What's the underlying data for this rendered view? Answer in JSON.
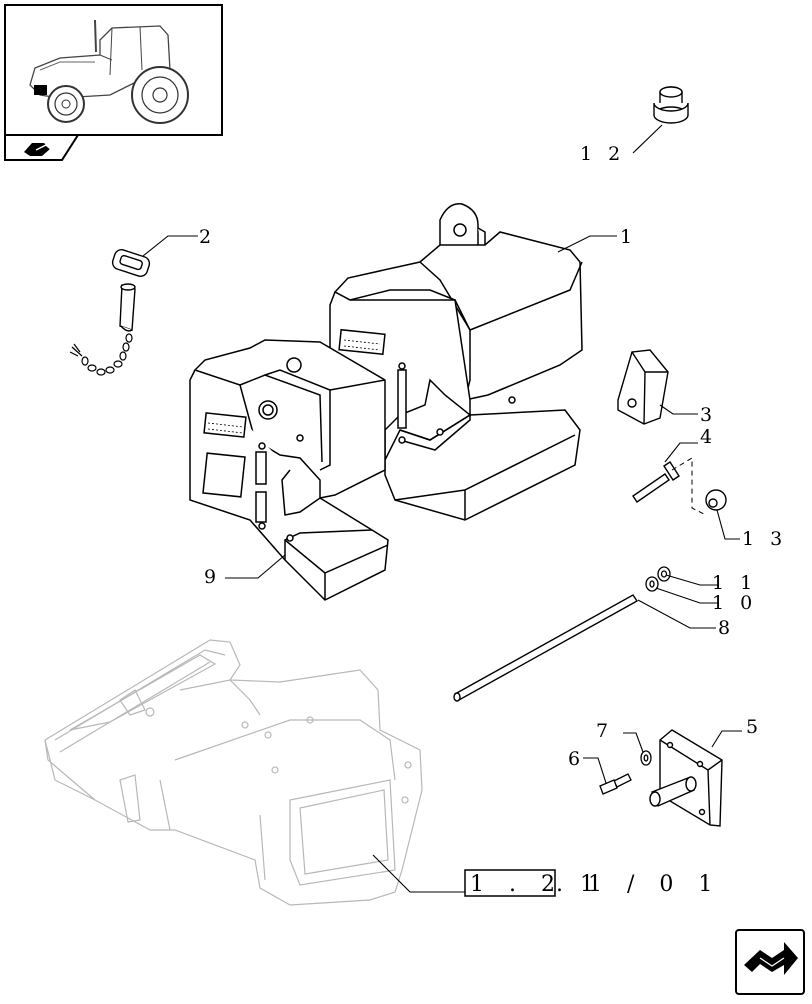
{
  "thumbnail": {
    "icon": "tractor-thumbnail",
    "nav_icon": "section-nav-icon"
  },
  "callouts": [
    {
      "id": "1",
      "label": "1"
    },
    {
      "id": "2",
      "label": "2"
    },
    {
      "id": "3",
      "label": "3"
    },
    {
      "id": "4",
      "label": "4"
    },
    {
      "id": "5",
      "label": "5"
    },
    {
      "id": "6",
      "label": "6"
    },
    {
      "id": "7",
      "label": "7"
    },
    {
      "id": "8",
      "label": "8"
    },
    {
      "id": "9",
      "label": "9"
    },
    {
      "id": "10",
      "label": "1 0"
    },
    {
      "id": "11",
      "label": "1 1"
    },
    {
      "id": "12",
      "label": "1 2"
    },
    {
      "id": "13",
      "label": "1 3"
    }
  ],
  "reference": {
    "boxed": "1 . 2 1",
    "suffix": ". 1 / 0 1"
  },
  "nav_button": {
    "icon": "next-page-arrow-icon"
  }
}
